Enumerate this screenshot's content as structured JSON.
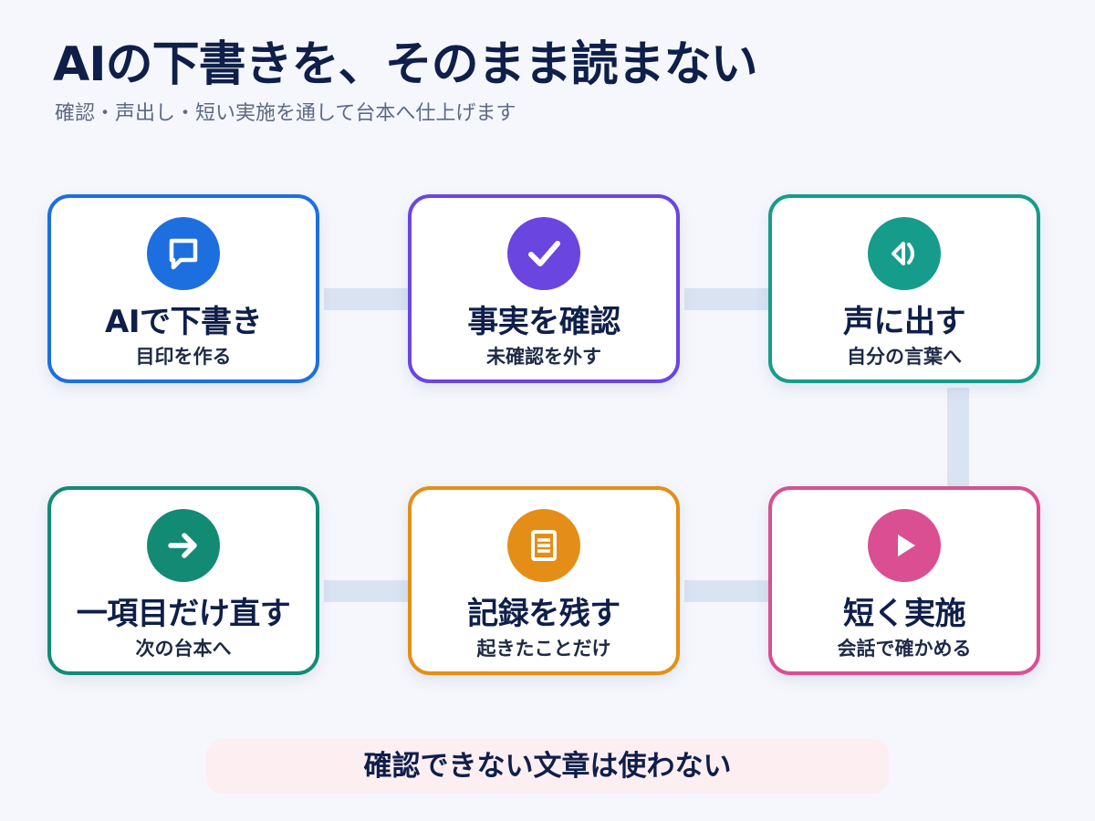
{
  "header": {
    "title": "AIの下書きを、そのまま読まない",
    "subtitle": "確認・声出し・短い実施を通して台本へ仕上げます"
  },
  "steps": [
    {
      "title": "AIで下書き",
      "subtitle": "目印を作る",
      "icon": "speech-bubble-icon",
      "color": "#1d6fe0"
    },
    {
      "title": "事実を確認",
      "subtitle": "未確認を外す",
      "icon": "check-icon",
      "color": "#6a45e0"
    },
    {
      "title": "声に出す",
      "subtitle": "自分の言葉へ",
      "icon": "speaker-icon",
      "color": "#169c8b"
    },
    {
      "title": "短く実施",
      "subtitle": "会話で確かめる",
      "icon": "play-icon",
      "color": "#d94f92"
    },
    {
      "title": "記録を残す",
      "subtitle": "起きたことだけ",
      "icon": "document-icon",
      "color": "#e58e17"
    },
    {
      "title": "一項目だけ直す",
      "subtitle": "次の台本へ",
      "icon": "arrow-right-icon",
      "color": "#138a74"
    }
  ],
  "footer": {
    "note": "確認できない文章は使わない",
    "background": "#fdeef2"
  },
  "colors": {
    "connector": "#d9e3f2",
    "title": "#0f1f4a"
  }
}
